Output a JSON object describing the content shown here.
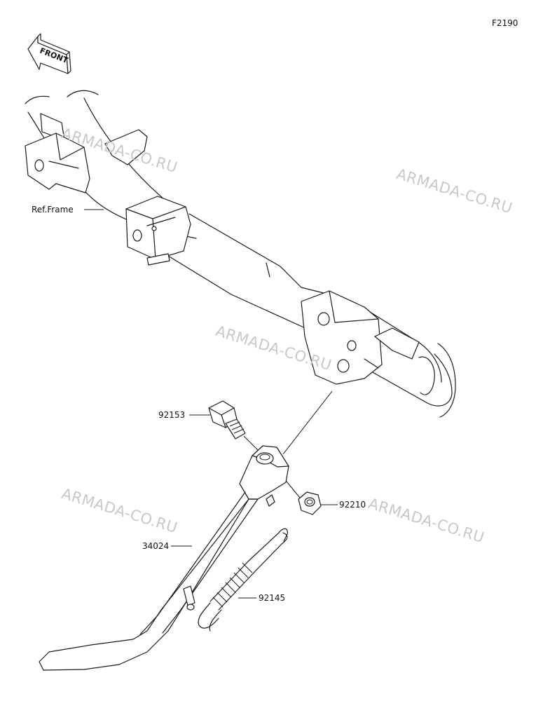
{
  "figure_code": "F2190",
  "front_arrow_text": "FRONT",
  "watermark": "ARMADA-CO.RU",
  "labels": {
    "frame": "Ref.Frame",
    "bolt": "92153",
    "nut": "92210",
    "stand": "34024",
    "spring": "92145"
  }
}
